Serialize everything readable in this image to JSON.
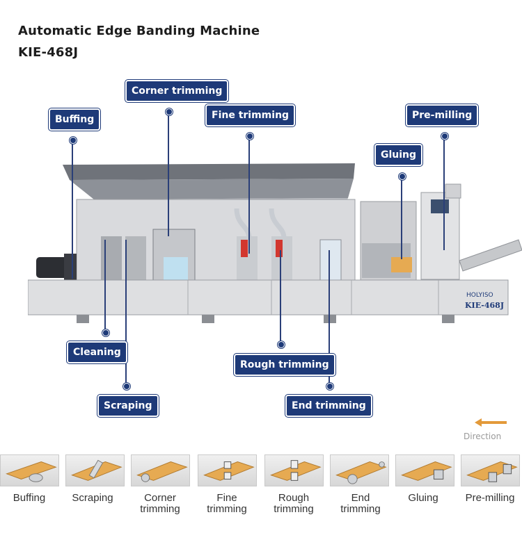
{
  "header": {
    "title_line1": "Automatic Edge Banding Machine",
    "title_line2": "KIE-468J"
  },
  "machine": {
    "brand": "HOLYISO",
    "model": "KIE-468J"
  },
  "callouts": {
    "buffing": "Buffing",
    "corner_trimming": "Corner trimming",
    "fine_trimming": "Fine trimming",
    "gluing": "Gluing",
    "pre_milling": "Pre-milling",
    "cleaning": "Cleaning",
    "scraping": "Scraping",
    "rough_trimming": "Rough trimming",
    "end_trimming": "End trimming"
  },
  "direction": {
    "label": "Direction"
  },
  "process_steps": [
    {
      "line1": "Buffing",
      "line2": ""
    },
    {
      "line1": "Scraping",
      "line2": ""
    },
    {
      "line1": "Corner",
      "line2": "trimming"
    },
    {
      "line1": "Fine",
      "line2": "trimming"
    },
    {
      "line1": "Rough",
      "line2": "trimming"
    },
    {
      "line1": "End",
      "line2": "trimming"
    },
    {
      "line1": "Gluing",
      "line2": ""
    },
    {
      "line1": "Pre-milling",
      "line2": ""
    }
  ],
  "colors": {
    "callout_bg": "#1e3a78",
    "panel_orange": "#e6aa52",
    "direction_arrow": "#e39a3a"
  }
}
